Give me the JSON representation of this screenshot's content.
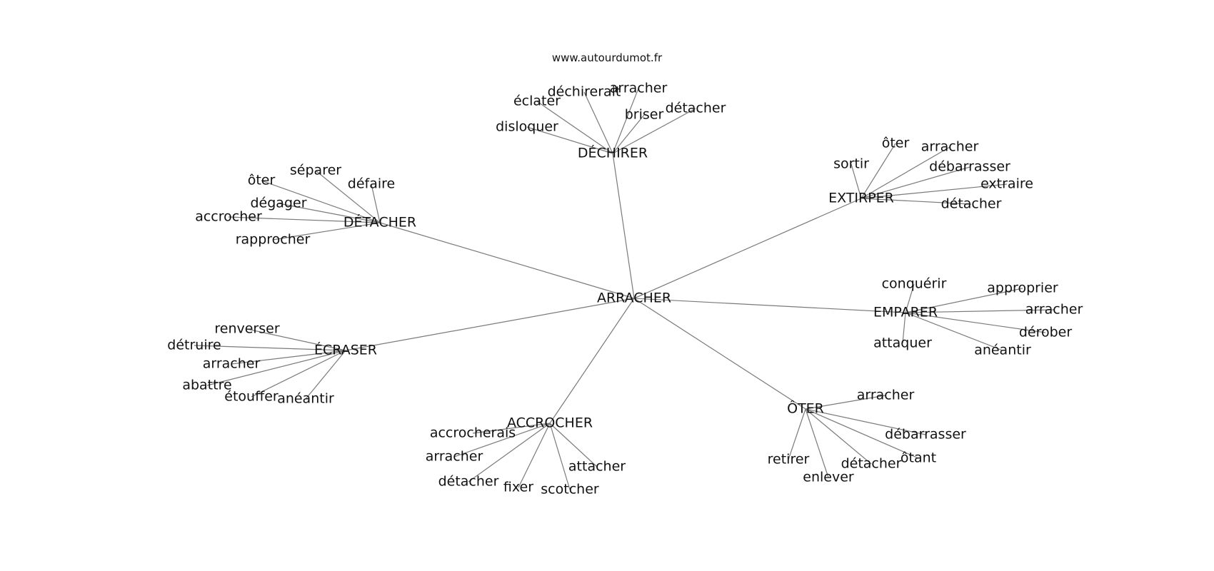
{
  "site": "www.autourdumot.fr",
  "graph": {
    "center": "ARRACHER",
    "hubs": [
      {
        "id": "dechirer",
        "label": "DÉCHIRER",
        "leaves": [
          "disloquer",
          "éclater",
          "déchirerait",
          "arracher",
          "briser",
          "détacher"
        ]
      },
      {
        "id": "extirper",
        "label": "EXTIRPER",
        "leaves": [
          "sortir",
          "ôter",
          "arracher",
          "débarrasser",
          "extraire",
          "détacher"
        ]
      },
      {
        "id": "detacher",
        "label": "DÉTACHER",
        "leaves": [
          "ôter",
          "séparer",
          "défaire",
          "dégager",
          "accrocher",
          "rapprocher"
        ]
      },
      {
        "id": "emparer",
        "label": "EMPARER",
        "leaves": [
          "conquérir",
          "approprier",
          "arracher",
          "dérober",
          "anéantir",
          "attaquer"
        ]
      },
      {
        "id": "ecraser",
        "label": "ÉCRASER",
        "leaves": [
          "renverser",
          "détruire",
          "arracher",
          "abattre",
          "étouffer",
          "anéantir"
        ]
      },
      {
        "id": "oter",
        "label": "ÔTER",
        "leaves": [
          "arracher",
          "débarrasser",
          "ôtant",
          "détacher",
          "enlever",
          "retirer"
        ]
      },
      {
        "id": "accrocher",
        "label": "ACCROCHER",
        "leaves": [
          "accrocherais",
          "arracher",
          "détacher",
          "fixer",
          "scotcher",
          "attacher"
        ]
      }
    ]
  }
}
